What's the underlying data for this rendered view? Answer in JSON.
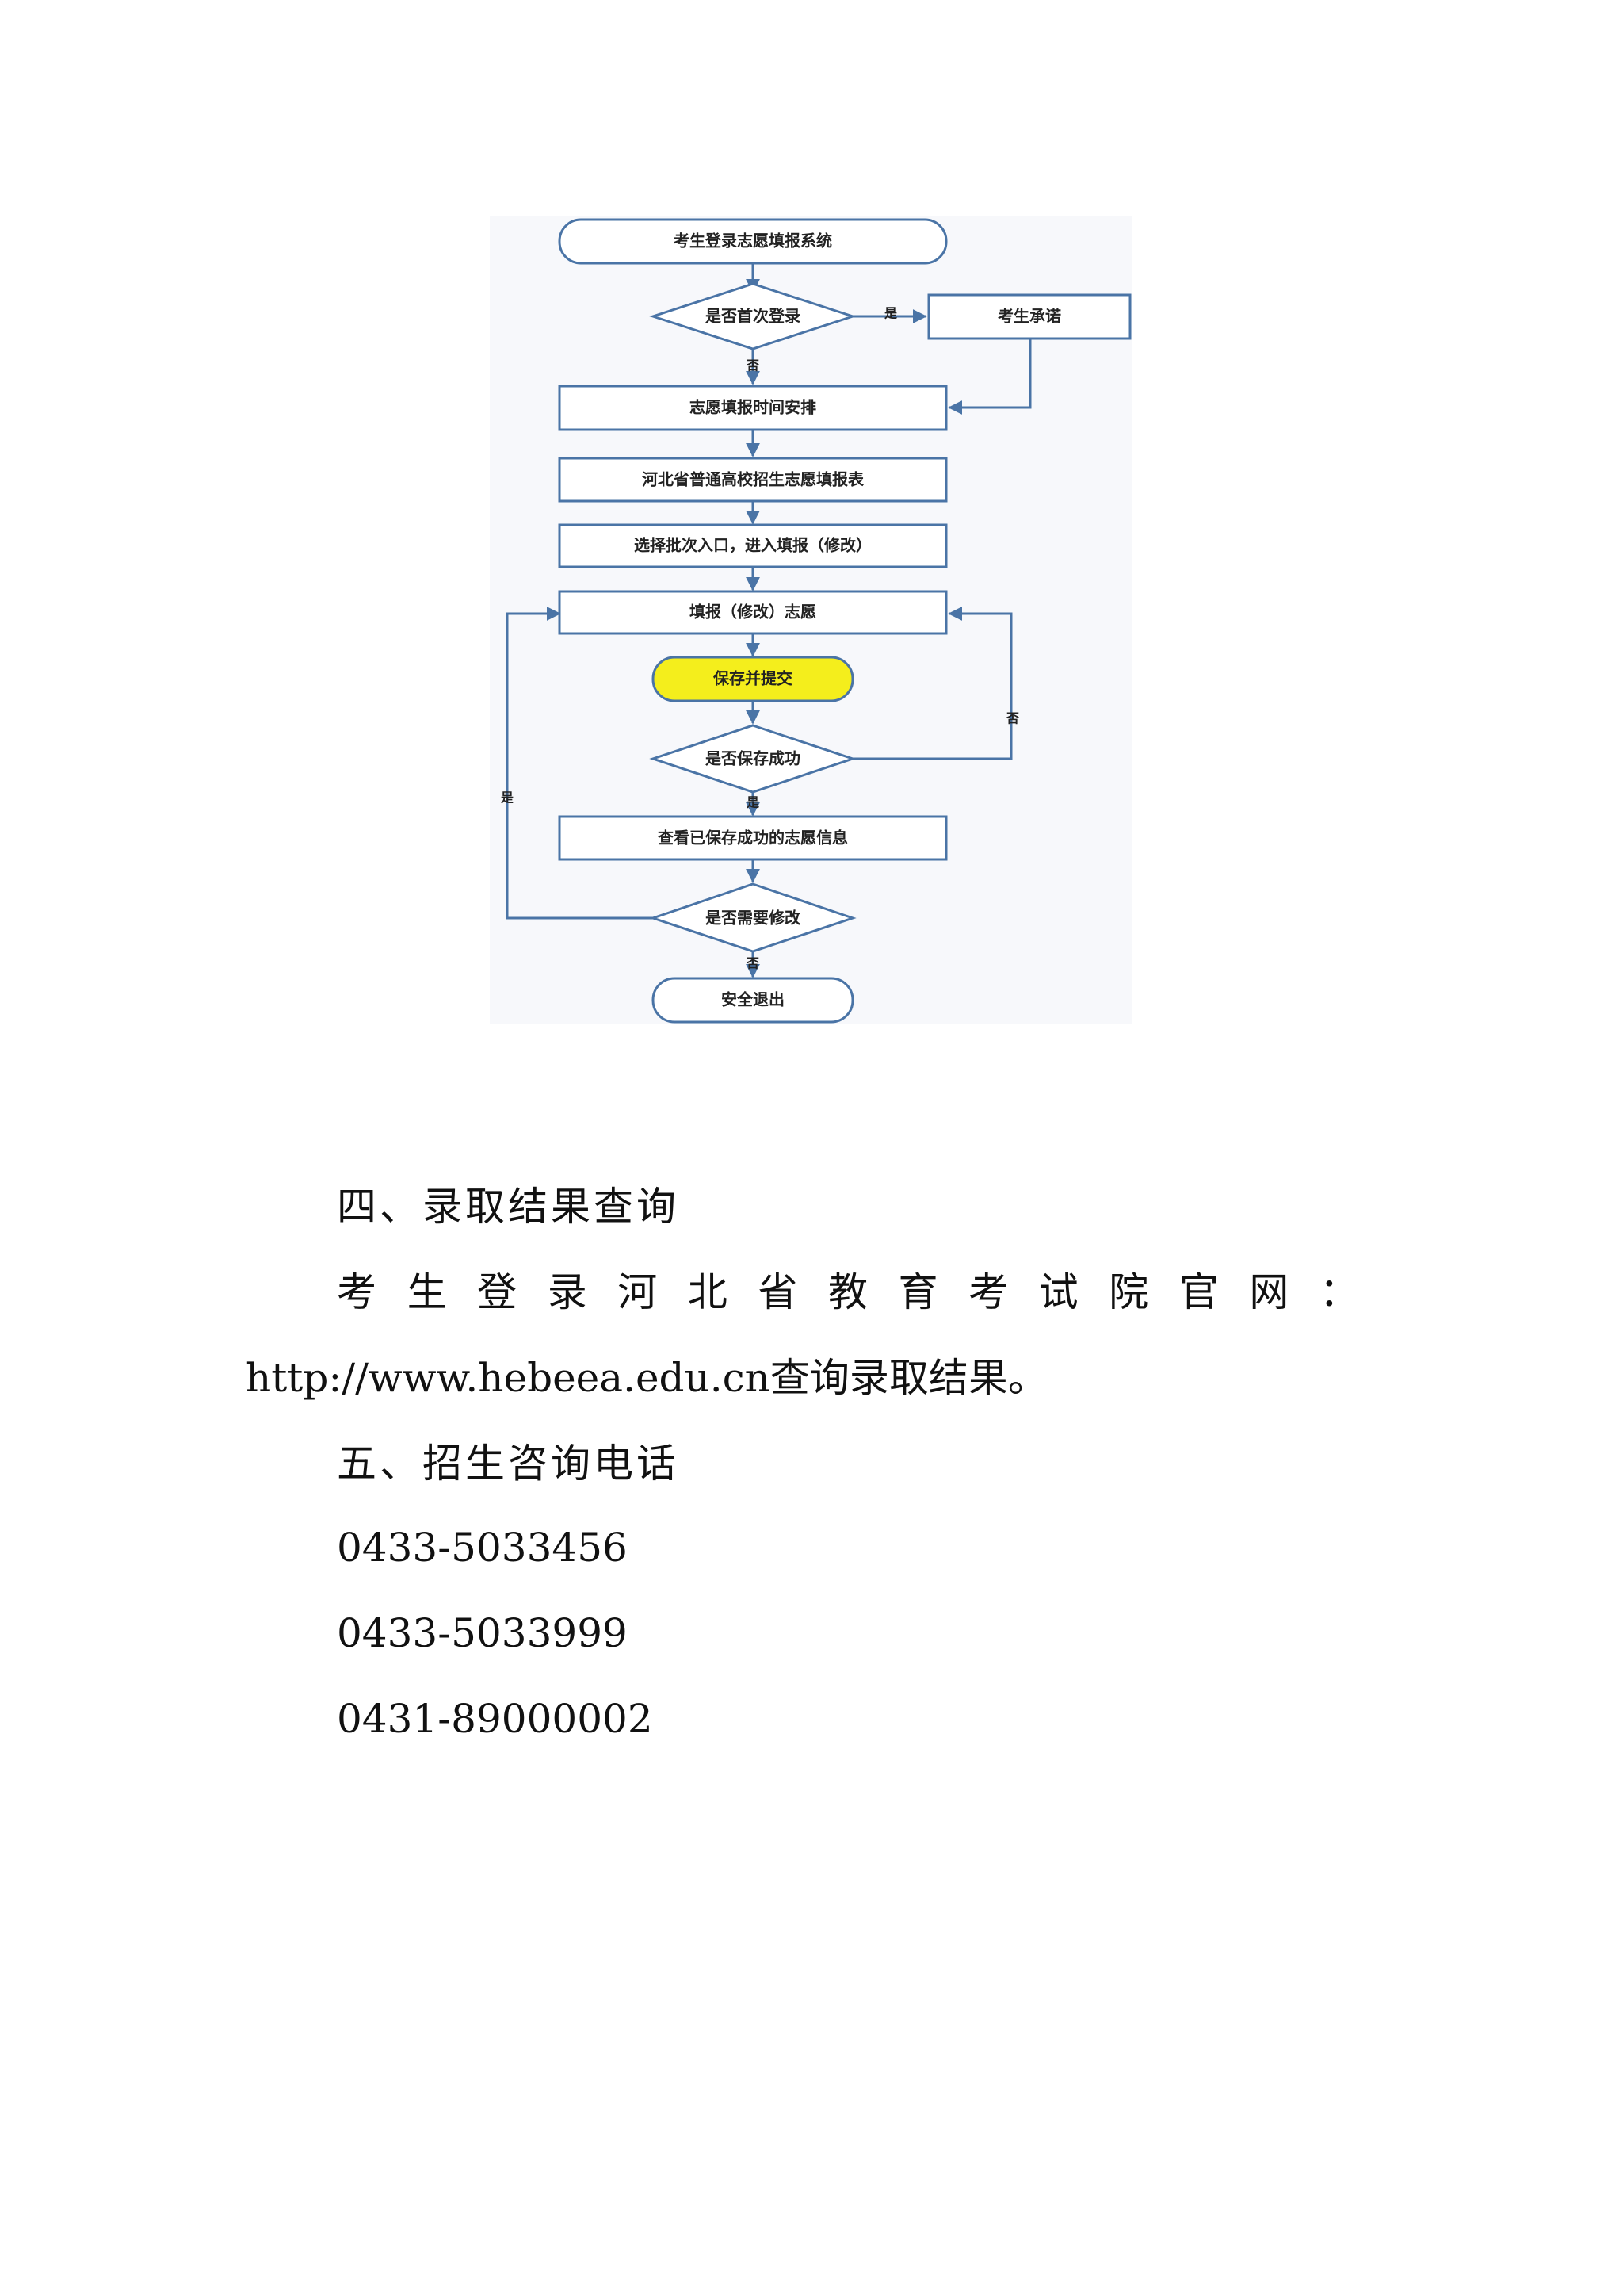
{
  "flowchart": {
    "nodes": {
      "start": "考生登录志愿填报系统",
      "first_login": "是否首次登录",
      "pledge": "考生承诺",
      "schedule": "志愿填报时间安排",
      "form": "河北省普通高校招生志愿填报表",
      "choose": "选择批次入口，进入填报（修改）",
      "fill": "填报（修改）志愿",
      "save": "保存并提交",
      "saved_ok": "是否保存成功",
      "view": "查看已保存成功的志愿信息",
      "need_modify": "是否需要修改",
      "exit": "安全退出"
    },
    "edge_labels": {
      "first_yes": "是",
      "first_no": "否",
      "save_no": "否",
      "save_yes": "是",
      "modify_yes": "是",
      "modify_no": "否"
    },
    "highlight_color": "#f4ee1c",
    "line_color": "#4a74a6"
  },
  "section4": {
    "heading": "四、录取结果查询",
    "line1_chars": [
      "考",
      "生",
      "登",
      "录",
      "河",
      "北",
      "省",
      "教",
      "育",
      "考",
      "试",
      "院",
      "官",
      "网",
      "："
    ],
    "line2": "http://www.hebeea.edu.cn查询录取结果。"
  },
  "section5": {
    "heading": "五、招生咨询电话",
    "phones": [
      "0433-5033456",
      "0433-5033999",
      "0431-89000002"
    ]
  }
}
